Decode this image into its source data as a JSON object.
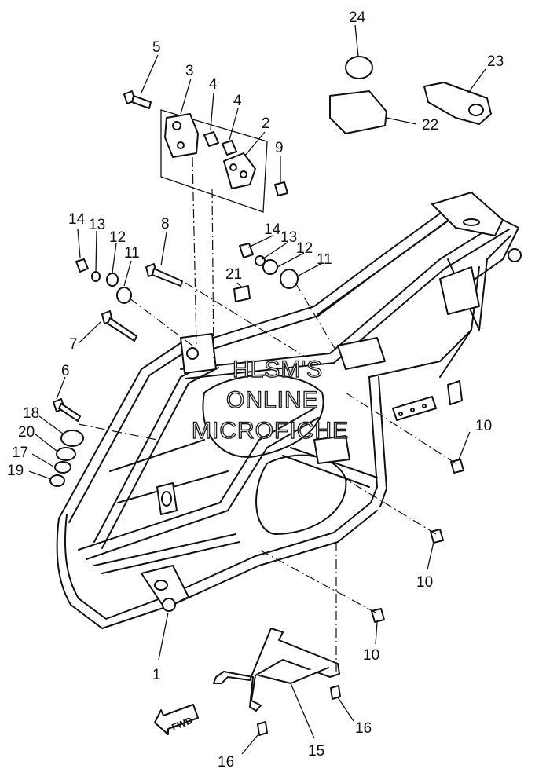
{
  "callouts": {
    "c1": "1",
    "c2": "2",
    "c3": "3",
    "c4a": "4",
    "c4b": "4",
    "c5": "5",
    "c6": "6",
    "c7": "7",
    "c8": "8",
    "c9": "9",
    "c10a": "10",
    "c10b": "10",
    "c10c": "10",
    "c11a": "11",
    "c11b": "11",
    "c12a": "12",
    "c12b": "12",
    "c13a": "13",
    "c13b": "13",
    "c14a": "14",
    "c14b": "14",
    "c15": "15",
    "c16a": "16",
    "c16b": "16",
    "c17": "17",
    "c18": "18",
    "c19": "19",
    "c20": "20",
    "c21": "21",
    "c22": "22",
    "c23": "23",
    "c24": "24"
  },
  "fwd_label": "FWD",
  "watermark": {
    "line1": "HLSM'S",
    "line2": "ONLINE",
    "line3": "MICROFICHE"
  }
}
